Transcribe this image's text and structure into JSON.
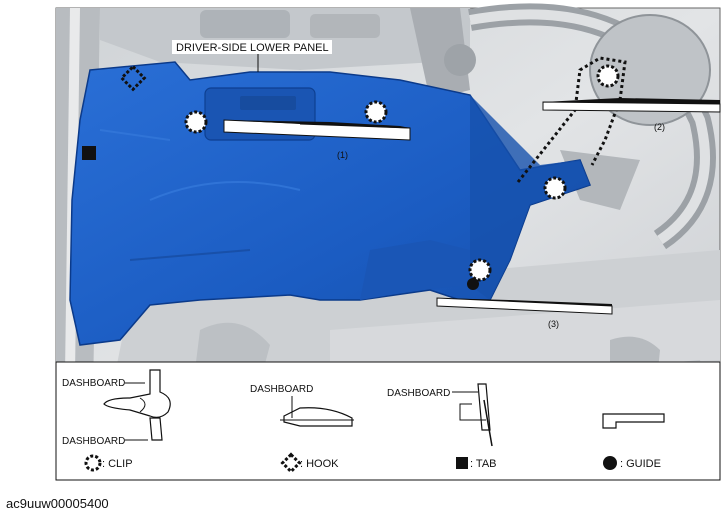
{
  "callouts": {
    "panel_name": "DRIVER-SIDE LOWER PANEL",
    "arrow_1": "(1)",
    "arrow_2": "(2)",
    "arrow_3": "(3)"
  },
  "legend": {
    "clip": {
      "label": ": CLIP",
      "dashboard_top": "DASHBOARD",
      "dashboard_bottom": "DASHBOARD"
    },
    "hook": {
      "label": ": HOOK",
      "dashboard": "DASHBOARD"
    },
    "tab": {
      "label": " : TAB",
      "dashboard": "DASHBOARD"
    },
    "guide": {
      "label": ": GUIDE"
    }
  },
  "figure_id": "ac9uuw00005400",
  "colors": {
    "panel": "#1e63c8",
    "panel_edge": "#0b3a8a",
    "background": "#d9dcdf"
  }
}
